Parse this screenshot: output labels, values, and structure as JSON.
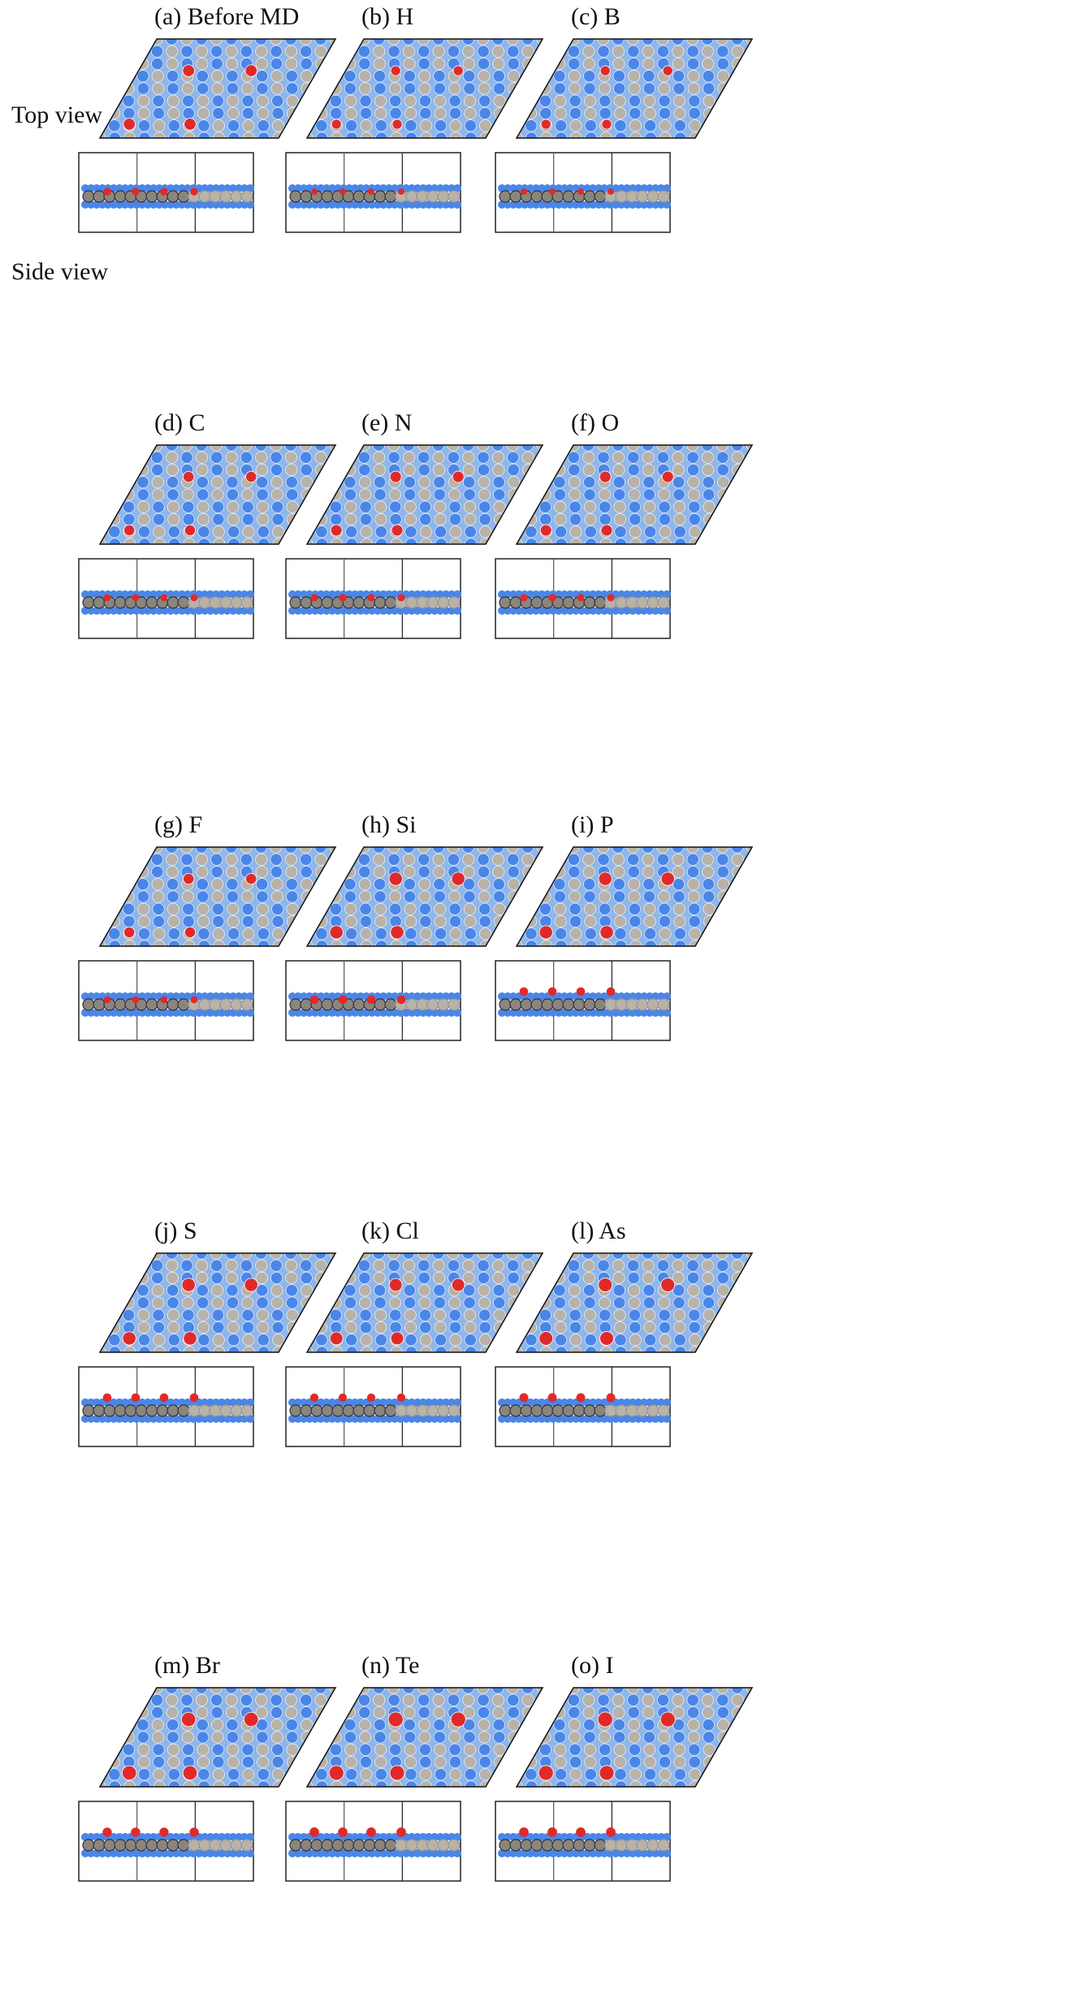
{
  "figure": {
    "row_labels": {
      "top": "Top view",
      "side": "Side view"
    },
    "legend_colors": {
      "slab_atom": "#4a86e8",
      "metal_atom": "#b8b2a8",
      "dopant_atom": "#e02a2a"
    },
    "panels": [
      {
        "label": "(a) Before MD",
        "dopant": "none",
        "dopant_size": 0.55,
        "adsorbed": false
      },
      {
        "label": "(b) H",
        "dopant": "H",
        "dopant_size": 0.35,
        "adsorbed": false
      },
      {
        "label": "(c) B",
        "dopant": "B",
        "dopant_size": 0.35,
        "adsorbed": false
      },
      {
        "label": "(d) C",
        "dopant": "C",
        "dopant_size": 0.45,
        "adsorbed": false
      },
      {
        "label": "(e) N",
        "dopant": "N",
        "dopant_size": 0.5,
        "adsorbed": false
      },
      {
        "label": "(f) O",
        "dopant": "O",
        "dopant_size": 0.5,
        "adsorbed": false
      },
      {
        "label": "(g) F",
        "dopant": "F",
        "dopant_size": 0.45,
        "adsorbed": false
      },
      {
        "label": "(h) Si",
        "dopant": "Si",
        "dopant_size": 0.7,
        "adsorbed": false
      },
      {
        "label": "(i) P",
        "dopant": "P",
        "dopant_size": 0.7,
        "adsorbed": true
      },
      {
        "label": "(j) S",
        "dopant": "S",
        "dopant_size": 0.7,
        "adsorbed": true
      },
      {
        "label": "(k) Cl",
        "dopant": "Cl",
        "dopant_size": 0.65,
        "adsorbed": true
      },
      {
        "label": "(l) As",
        "dopant": "As",
        "dopant_size": 0.75,
        "adsorbed": true
      },
      {
        "label": "(m) Br",
        "dopant": "Br",
        "dopant_size": 0.8,
        "adsorbed": true
      },
      {
        "label": "(n) Te",
        "dopant": "Te",
        "dopant_size": 0.85,
        "adsorbed": true
      },
      {
        "label": "(o) I",
        "dopant": "I",
        "dopant_size": 0.85,
        "adsorbed": true
      }
    ]
  }
}
